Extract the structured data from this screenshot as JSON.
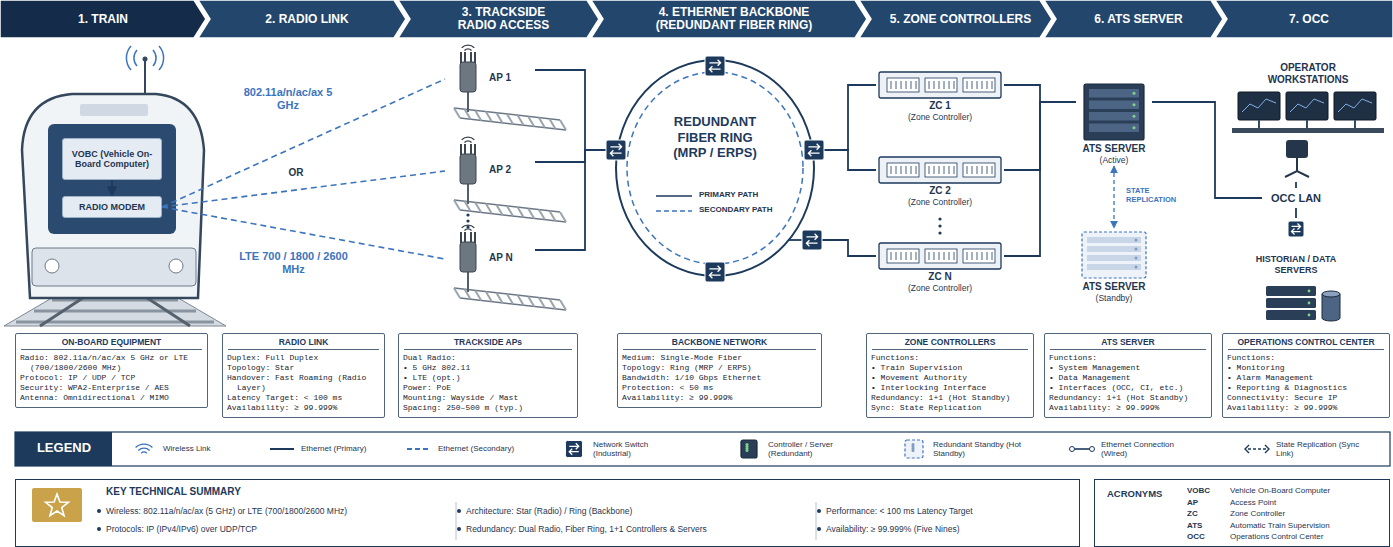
{
  "diagram": {
    "nodes": [
      {
        "text": [
          "1. TRAIN"
        ]
      },
      {
        "text": [
          "2. RADIO LINK"
        ]
      },
      {
        "text": [
          "3. TRACKSIDE RADIO ACCESS"
        ]
      },
      {
        "text": [
          "4. ETHERNET BACKBONE (REDUNDANT FIBER RING)"
        ]
      },
      {
        "text": [
          "5. ZONE CONTROLLERS"
        ]
      },
      {
        "text": [
          "6. ATS SERVER"
        ]
      },
      {
        "text": [
          "7. OCC"
        ]
      },
      {
        "text": [
          "VOBC (Vehicle On-Board Computer)"
        ]
      },
      {
        "text": [
          "RADIO MODEM"
        ]
      },
      {
        "text": [
          "AP 1"
        ]
      },
      {
        "text": [
          "AP 2"
        ]
      },
      {
        "text": [
          "AP N"
        ]
      },
      {
        "text": [
          "REDUNDANT FIBER RING (MRP / ERPS)"
        ]
      },
      {
        "text": [
          "ZC 1",
          "(Zone Controller)"
        ]
      },
      {
        "text": [
          "ZC 2",
          "(Zone Controller)"
        ]
      },
      {
        "text": [
          "ZC N",
          "(Zone Controller)"
        ]
      },
      {
        "text": [
          "ATS SERVER",
          "(Active)"
        ]
      },
      {
        "text": [
          "ATS SERVER",
          "(Standby)"
        ]
      },
      {
        "text": [
          "OPERATOR WORKSTATIONS"
        ]
      },
      {
        "text": [
          "OCC LAN"
        ]
      },
      {
        "text": [
          "HISTORIAN / DATA SERVERS"
        ]
      },
      {
        "text": [
          "ON-BOARD EQUIPMENT",
          "Radio: 802.11a/n/ac/ax 5 GHz or LTE (700/1800/2600 MHz)",
          "Protocol: IP / UDP / TCP",
          "Security: WPA2-Enterprise / AES",
          "Antenna: Omnidirectional / MIMO"
        ]
      },
      {
        "text": [
          "RADIO LINK",
          "Duplex: Full Duplex",
          "Topology: Star",
          "Handover: Fast Roaming (Radio Layer)",
          "Latency Target: < 100 ms",
          "Availability: ≥ 99.999%"
        ]
      },
      {
        "text": [
          "TRACKSIDE APs",
          "Dual Radio:",
          "• 5 GHz 802.11",
          "• LTE (opt.)",
          "Power: PoE",
          "Mounting: Wayside / Mast",
          "Spacing: 250–500 m (typ.)"
        ]
      },
      {
        "text": [
          "BACKBONE NETWORK",
          "Medium: Single-Mode Fiber",
          "Topology: Ring (MRP / ERPS)",
          "Bandwidth: 1/10 Gbps Ethernet",
          "Protection: < 50 ms",
          "Availability: ≥ 99.999%"
        ]
      },
      {
        "text": [
          "ZONE CONTROLLERS",
          "Functions:",
          "• Train Supervision",
          "• Movement Authority",
          "• Interlocking Interface",
          "Redundancy: 1+1 (Hot Standby)",
          "Sync: State Replication"
        ]
      },
      {
        "text": [
          "ATS SERVER",
          "Functions:",
          "• System Management",
          "• Data Management",
          "• Interfaces (OCC, CI, etc.)",
          "Redundancy: 1+1 (Hot Standby)",
          "Availability: ≥ 99.999%"
        ]
      },
      {
        "text": [
          "OPERATIONS CONTROL CENTER",
          "Functions:",
          "• Monitoring",
          "• Alarm Management",
          "• Reporting & Diagnostics",
          "Connectivity: Secure IP",
          "Availability: ≥ 99.999%"
        ]
      },
      {
        "text": [
          "KEY TECHNICAL SUMMARY",
          "Wireless: 802.11a/n/ac/ax (5 GHz) or LTE (700/1800/2600 MHz)",
          "Protocols: IP (IPv4/IPv6) over UDP/TCP",
          "Architecture: Star (Radio) / Ring (Backbone)",
          "Redundancy: Dual Radio, Fiber Ring, 1+1 Controllers & Servers",
          "Performance: < 100 ms Latency Target",
          "Availability: ≥ 99.999% (Five Nines)"
        ]
      },
      {
        "text": [
          "ACRONYMS",
          "VOBC",
          "Vehicle On-Board Computer",
          "AP",
          "Access Point",
          "ZC",
          "Zone Controller",
          "ATS",
          "Automatic Train Supervision",
          "OCC",
          "Operations Control Center"
        ]
      }
    ],
    "edges": [
      {
        "from": 7,
        "to": 8,
        "arrow": "to"
      },
      {
        "from": 8,
        "to": 9,
        "arrow": "none"
      },
      {
        "from": 8,
        "to": 10,
        "arrow": "none"
      },
      {
        "from": 8,
        "to": 11,
        "arrow": "none"
      },
      {
        "from": 9,
        "to": 12,
        "arrow": "none"
      },
      {
        "from": 10,
        "to": 12,
        "arrow": "none"
      },
      {
        "from": 11,
        "to": 12,
        "arrow": "none"
      },
      {
        "from": 12,
        "to": 13,
        "arrow": "none"
      },
      {
        "from": 12,
        "to": 14,
        "arrow": "none"
      },
      {
        "from": 12,
        "to": 15,
        "arrow": "none"
      },
      {
        "from": 13,
        "to": 16,
        "arrow": "none"
      },
      {
        "from": 14,
        "to": 16,
        "arrow": "none"
      },
      {
        "from": 15,
        "to": 16,
        "arrow": "none"
      },
      {
        "from": 16,
        "to": 17,
        "label": "STATE REPLICATION",
        "arrow": "both"
      },
      {
        "from": 16,
        "to": 19,
        "arrow": "none"
      },
      {
        "from": 18,
        "to": 19,
        "arrow": "none"
      },
      {
        "from": 19,
        "to": 20,
        "arrow": "none"
      }
    ],
    "labels": [
      "802.11a/n/ac/ax 5 GHz",
      "OR",
      "LTE 700 / 1800 / 2600 MHz",
      "PRIMARY PATH",
      "SECONDARY PATH",
      "LEGEND"
    ],
    "legend": [
      {
        "text": "Wireless Link"
      },
      {
        "text": "Ethernet (Primary)"
      },
      {
        "text": "Ethernet (Secondary)"
      },
      {
        "text": "Network Switch (Industrial)"
      },
      {
        "text": "Controller / Server (Redundant)"
      },
      {
        "text": "Redundant Standby (Hot Standby)"
      },
      {
        "text": "Ethernet Connection (Wired)"
      },
      {
        "text": "State Replication (Sync Link)"
      }
    ]
  }
}
